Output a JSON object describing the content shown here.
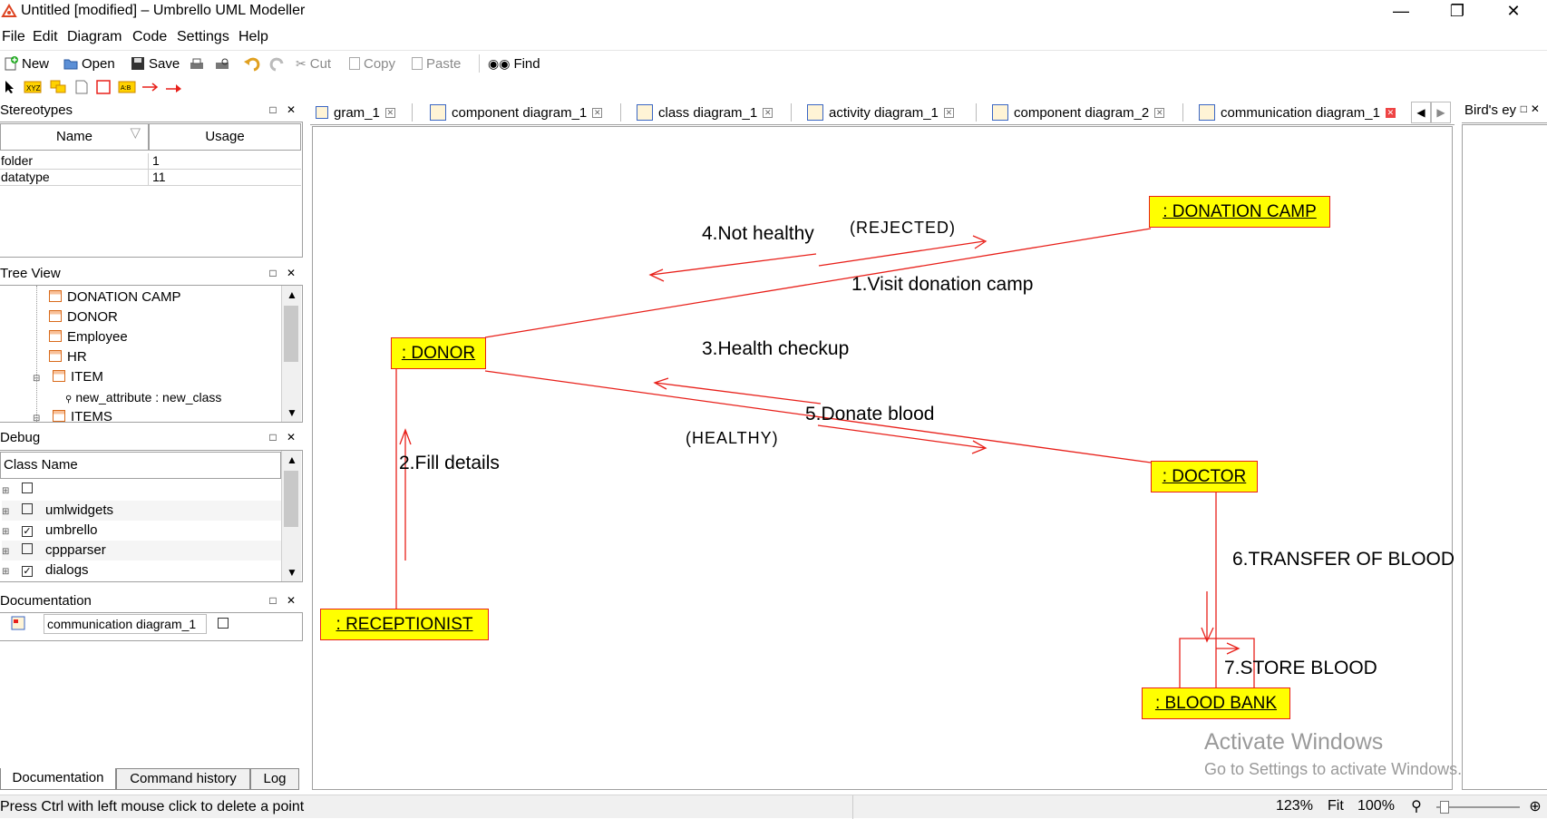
{
  "window": {
    "title": "Untitled [modified] – Umbrello UML Modeller",
    "minimize": "—",
    "restore": "❐",
    "close": "✕"
  },
  "menu": [
    "File",
    "Edit",
    "Diagram",
    "Code",
    "Settings",
    "Help"
  ],
  "toolbar": {
    "new": "New",
    "open": "Open",
    "save": "Save",
    "cut": "Cut",
    "copy": "Copy",
    "paste": "Paste",
    "find": "Find"
  },
  "stereotypes": {
    "title": "Stereotypes",
    "headers": [
      "Name",
      "Usage"
    ],
    "rows": [
      {
        "name": "folder",
        "usage": "1"
      },
      {
        "name": "datatype",
        "usage": "11"
      }
    ]
  },
  "tree": {
    "title": "Tree View",
    "items": [
      "DONATION CAMP",
      "DONOR",
      "Employee",
      "HR",
      "ITEM",
      "new_attribute : new_class",
      "ITEMS"
    ]
  },
  "debug": {
    "title": "Debug",
    "header": "Class Name",
    "rows": [
      {
        "label": "",
        "checked": false
      },
      {
        "label": "umlwidgets",
        "checked": false
      },
      {
        "label": "umbrello",
        "checked": true
      },
      {
        "label": "cppparser",
        "checked": false
      },
      {
        "label": "dialogs",
        "checked": true
      }
    ]
  },
  "documentation": {
    "title": "Documentation",
    "item": "communication diagram_1"
  },
  "bottom_tabs": [
    "Documentation",
    "Command history",
    "Log"
  ],
  "status": {
    "text": "Press Ctrl with left mouse click to delete a point",
    "zoom": "123%",
    "fit": "Fit",
    "hundred": "100%"
  },
  "tabs": [
    {
      "label": "gram_1",
      "active": false
    },
    {
      "label": "component diagram_1",
      "active": false
    },
    {
      "label": "class diagram_1",
      "active": false
    },
    {
      "label": "activity diagram_1",
      "active": false
    },
    {
      "label": "component diagram_2",
      "active": false
    },
    {
      "label": "communication diagram_1",
      "active": true
    }
  ],
  "birds_eye": {
    "title": "Bird's ey"
  },
  "diagram": {
    "objects": {
      "donation_camp": ": DONATION CAMP",
      "donor": ": DONOR",
      "doctor": ": DOCTOR",
      "receptionist": ": RECEPTIONIST",
      "blood_bank": ": BLOOD BANK"
    },
    "messages": {
      "m1": "1.Visit donation camp",
      "m2": "2.Fill details",
      "m3": "3.Health checkup",
      "m4": "4.Not healthy",
      "m5": "5.Donate blood",
      "m6": "6.TRANSFER OF BLOOD",
      "m7": "7.STORE BLOOD",
      "rejected": "(REJECTED)",
      "healthy": "(HEALTHY)"
    },
    "line_color": "#e8201a",
    "node_fill": "#ffff00"
  },
  "watermark": {
    "line1": "Activate Windows",
    "line2": "Go to Settings to activate Windows."
  }
}
